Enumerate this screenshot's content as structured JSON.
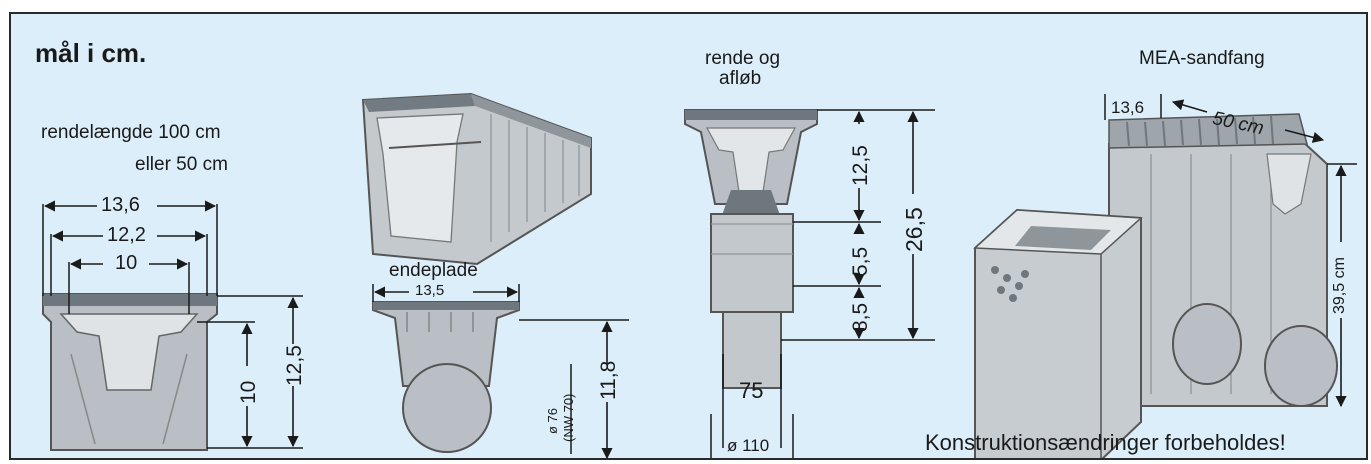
{
  "title": "mål i cm.",
  "channel": {
    "length_line1": "rendelængde 100 cm",
    "length_line2": "eller   50 cm",
    "width_outer": "13,6",
    "width_mid": "12,2",
    "width_inner": "10",
    "height_inner": "10",
    "height_outer": "12,5"
  },
  "endplate": {
    "label": "endeplade",
    "width": "13,5",
    "diameter": "ø 76",
    "nominal": "(NW 70)",
    "height": "11,8"
  },
  "drain": {
    "label_line1": "rende og",
    "label_line2": "afløb",
    "h_top": "12,5",
    "h_mid": "5,5",
    "h_bottom": "8,5",
    "h_total": "26,5",
    "outlet_width": "75",
    "outlet_diameter": "ø 110"
  },
  "sandtrap": {
    "label": "MEA-sandfang",
    "width_top": "13,6",
    "length": "50 cm",
    "height": "39,5 cm"
  },
  "footer_note": "Konstruktionsændringer forbeholdes!",
  "colors": {
    "background": "#dceef9",
    "part_fill": "#b9bfc4",
    "part_dark": "#7d858c",
    "line": "#1a1a1a"
  }
}
